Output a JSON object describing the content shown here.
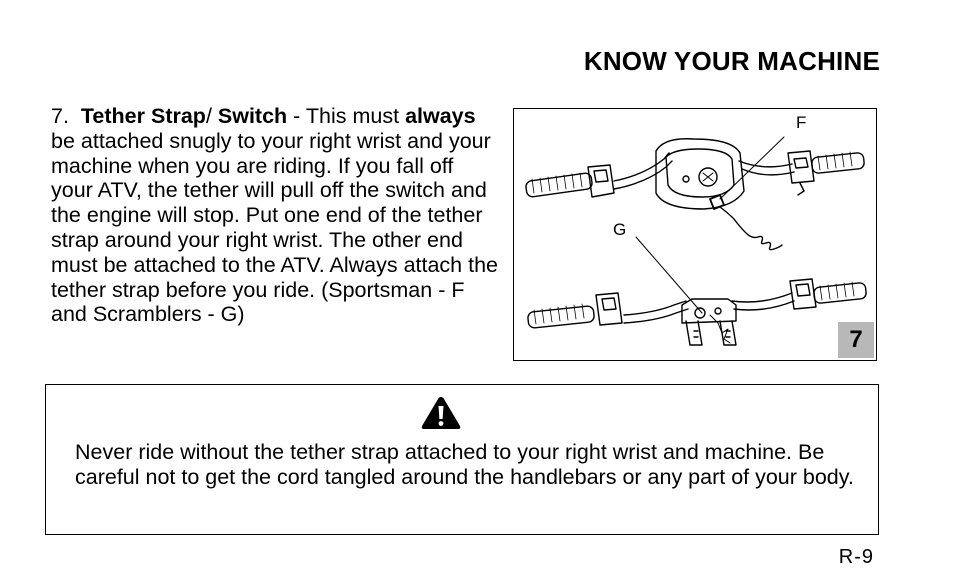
{
  "header": {
    "title": "KNOW YOUR MACHINE"
  },
  "item": {
    "number": "7.",
    "title_part1": "Tether Strap",
    "title_sep": "/ ",
    "title_part2": "Switch",
    "text_1": " - This must ",
    "emphasis": "always",
    "text_2": " be attached snugly to your right wrist and your machine when you are riding.  If you fall off your ATV, the tether will pull off the switch and the engine will stop.  Put one end of the tether strap around your right wrist.  The other end must be attached to the ATV. Always attach the tether strap before you ride.  (Sportsman - F and Scramblers - G)"
  },
  "figure": {
    "number": "7",
    "callout_f": "F",
    "callout_g": "G"
  },
  "warning": {
    "text": "Never ride without the tether strap attached to your right wrist and machine. Be careful not to get the cord tangled around the handlebars or any part of your body."
  },
  "footer": {
    "page_number": "R-9"
  }
}
